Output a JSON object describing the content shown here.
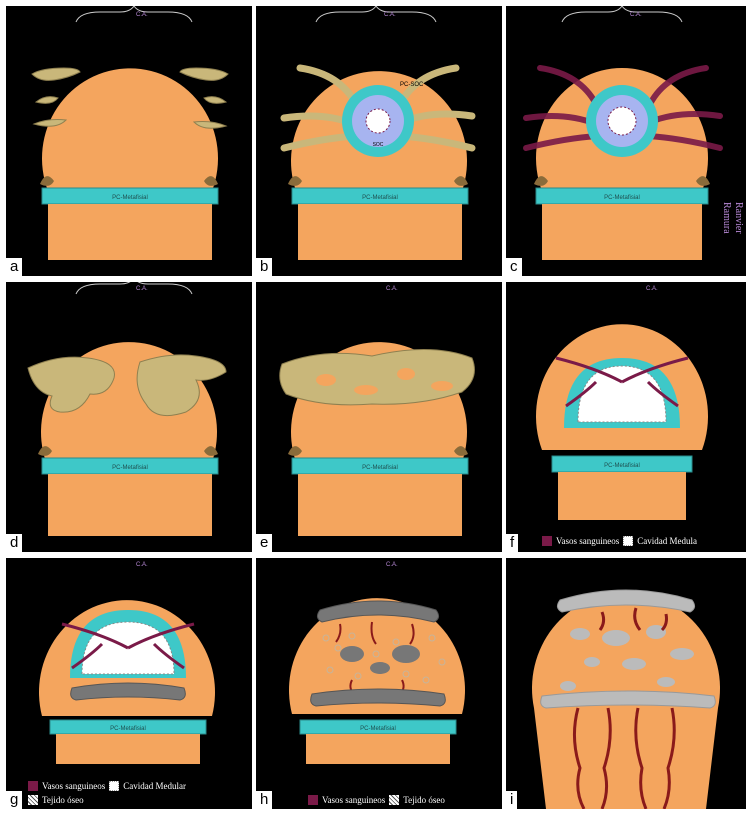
{
  "panels": [
    {
      "id": "a",
      "letter": "a",
      "plate_label": "PC-Metafisial",
      "ca_label": "C.A."
    },
    {
      "id": "b",
      "letter": "b",
      "plate_label": "PC-Metafisial",
      "ca_label": "C.A.",
      "soc_ring_label": "PC-SOC",
      "soc_center_label": "SOC"
    },
    {
      "id": "c",
      "letter": "c",
      "plate_label": "PC-Metafisial",
      "ca_label": "C.A.",
      "side_label": "Ranvier",
      "side_label_2": "Ramura"
    },
    {
      "id": "d",
      "letter": "d",
      "plate_label": "PC-Metafisial",
      "ca_label": "C.A."
    },
    {
      "id": "e",
      "letter": "e",
      "plate_label": "PC-Metafisial",
      "ca_label": "C.A."
    },
    {
      "id": "f",
      "letter": "f",
      "plate_label": "PC-Metafisial",
      "ca_label": "C.A."
    },
    {
      "id": "g",
      "letter": "g",
      "plate_label": "PC-Metafisial",
      "ca_label": "C.A."
    },
    {
      "id": "h",
      "letter": "h",
      "plate_label": "PC-Metafisial",
      "ca_label": "C.A."
    },
    {
      "id": "i",
      "letter": "i"
    }
  ],
  "legends": {
    "f": {
      "vessels": "Vasos sanguineos",
      "cavity": "Cavidad Medula"
    },
    "g": {
      "vessels": "Vasos sanguineos",
      "cavity": "Cavidad Medular",
      "bone": "Tejido óseo"
    },
    "h": {
      "vessels": "Vasos sanguineos",
      "bone": "Tejido óseo"
    }
  },
  "colors": {
    "cartilage": "#f4a55e",
    "plate": "#3ec8c8",
    "vessel": "#7a1a48",
    "canal": "#c9b77a",
    "soc": "#a7b4f0",
    "bone": "#777777",
    "background": "#000000"
  }
}
